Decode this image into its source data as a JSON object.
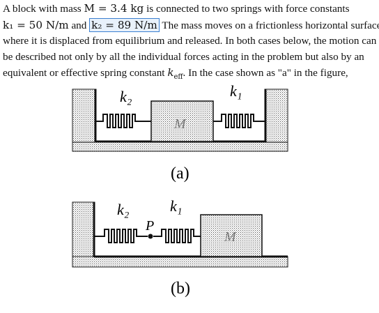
{
  "problem": {
    "line1_a": "A block with mass ",
    "mass": "M = 3.4 kg",
    "line1_b": " is connected to two springs with force constants",
    "k1_eq": "k₁ = 50 N/m",
    "and": " and ",
    "k2_eq": "k₂ = 89  N/m",
    "line2_b": " The mass moves on a frictionless horizontal surface",
    "line3": "where it is displaced from equilibrium and released. In both cases below, the motion can",
    "line4": "be described not only by all the individual forces acting in the problem but also by an",
    "line5_a": "equivalent or effective spring constant ",
    "keff": "k",
    "keff_sub": "eff",
    "line5_b": ". In the case shown as \"a\" in the figure,"
  },
  "figure_a": {
    "spring_left_label": "k₂",
    "spring_right_label": "k₁",
    "block_label": "M",
    "caption": "(a)"
  },
  "figure_b": {
    "spring_left_label": "k₂",
    "spring_right_label": "k₁",
    "point_label": "P",
    "block_label": "M",
    "caption": "(b)"
  }
}
